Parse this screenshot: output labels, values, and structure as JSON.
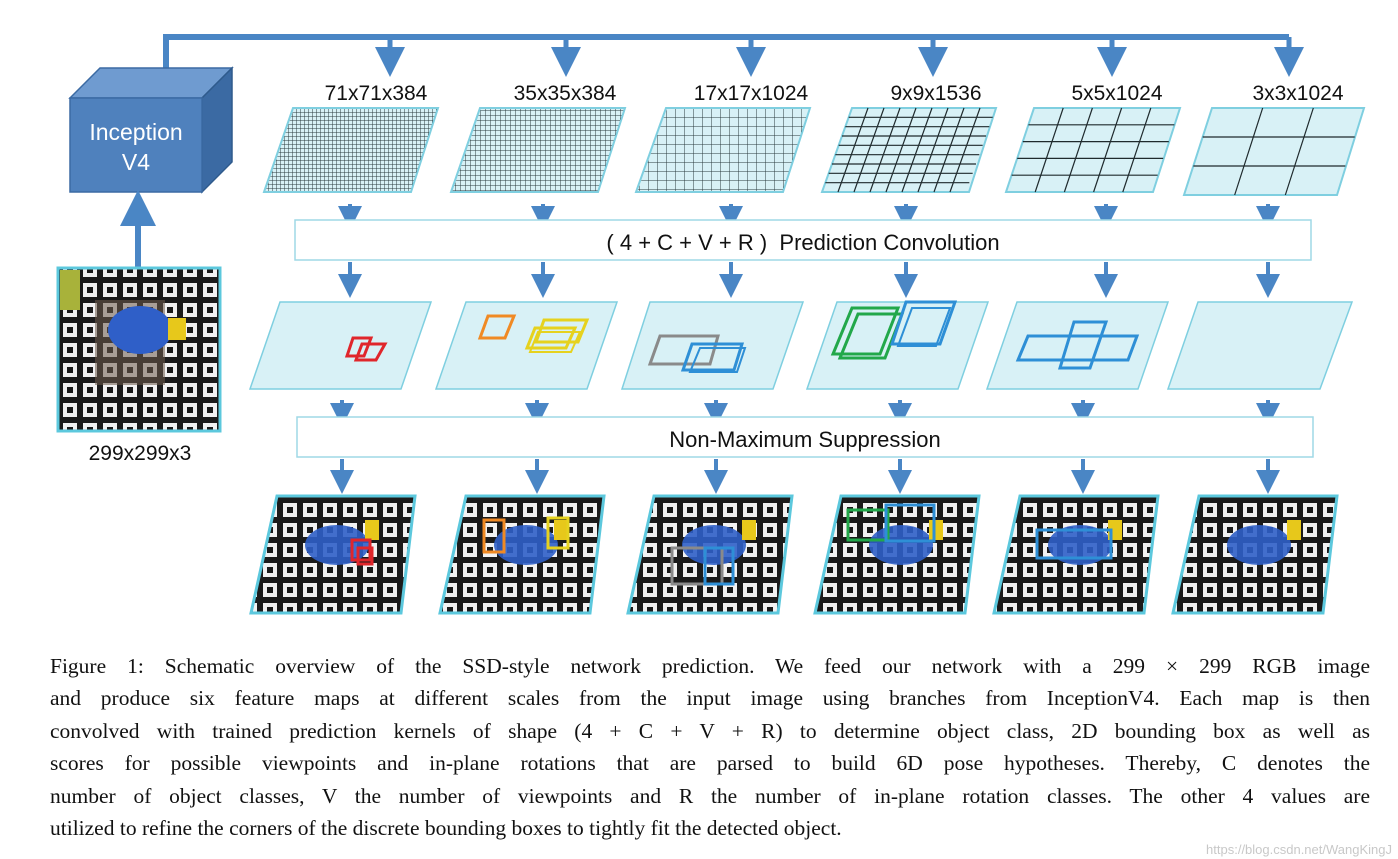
{
  "backbone": {
    "label_line1": "Inception",
    "label_line2": "V4"
  },
  "input": {
    "size_label": "299x299x3"
  },
  "feature_maps": [
    {
      "label": "71x71x384"
    },
    {
      "label": "35x35x384"
    },
    {
      "label": "17x17x1024"
    },
    {
      "label": "9x9x1536"
    },
    {
      "label": "5x5x1024"
    },
    {
      "label": "3x3x1024"
    }
  ],
  "prediction_bar": {
    "label": "( 4 + C + V + R )  Prediction Convolution"
  },
  "nms_bar": {
    "label": "Non-Maximum Suppression"
  },
  "colors": {
    "arrow": "#4a86c5",
    "backbone_front": "#4f81bd",
    "backbone_top": "#6f9bd0",
    "backbone_side": "#3b6aa3",
    "map_fill": "#d8f1f6",
    "map_border": "#7fcfe0",
    "box_red": "#e0262b",
    "box_orange": "#f08a24",
    "box_yellow": "#e6d21e",
    "box_gray": "#8a8a8a",
    "box_blue": "#2e8fd6",
    "box_green": "#22a84a"
  },
  "caption": {
    "lines": [
      "Figure 1: Schematic overview of the SSD-style network prediction. We feed our network with a 299 × 299 RGB image",
      "and produce six feature maps at different scales from the input image using branches from InceptionV4. Each map is then",
      "convolved with trained prediction kernels of shape (4 + C + V + R) to determine object class, 2D bounding box as well as",
      "scores for possible viewpoints and in-plane rotations that are parsed to build 6D pose hypotheses. Thereby, C denotes the",
      "number of object classes, V the number of viewpoints and R the number of in-plane rotation classes. The other 4 values are",
      "utilized to refine the corners of the discrete bounding boxes to tightly fit the detected object."
    ]
  },
  "watermark": "https://blog.csdn.net/WangKingJ"
}
